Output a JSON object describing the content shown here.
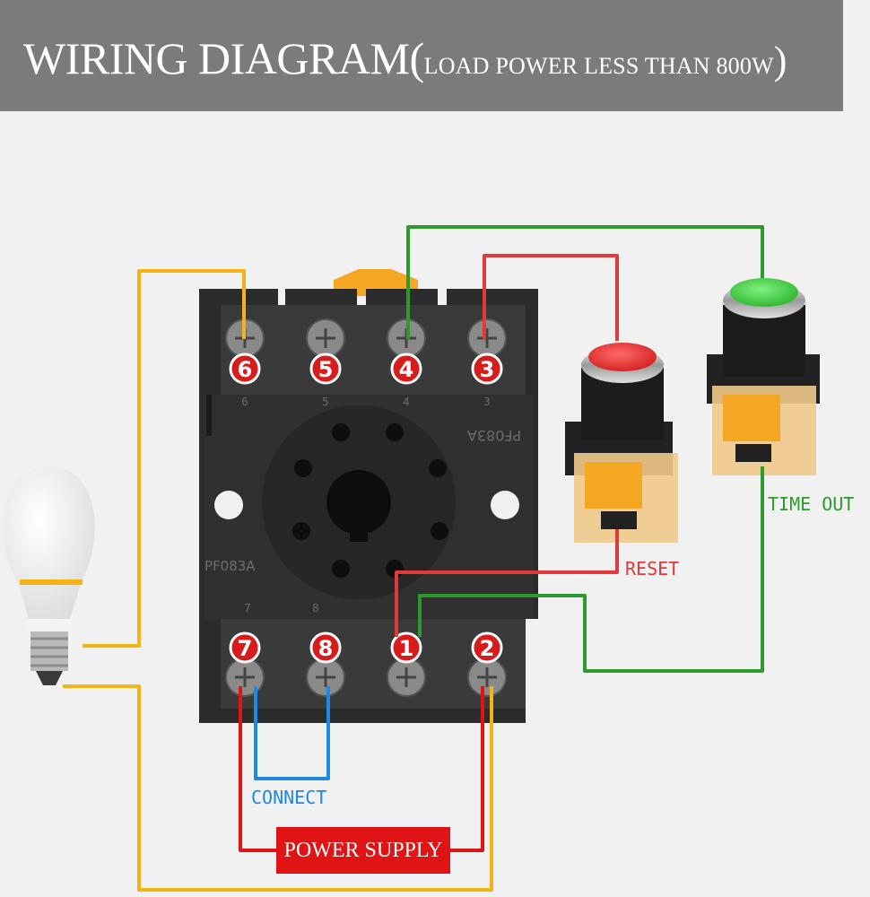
{
  "header": {
    "title_main": "WIRING DIAGRAM(",
    "title_sub": "LOAD POWER LESS THAN 800W",
    "title_close": ")"
  },
  "terminals": {
    "top": [
      "6",
      "5",
      "4",
      "3"
    ],
    "bottom": [
      "7",
      "8",
      "1",
      "2"
    ]
  },
  "base_engraving": {
    "top_small": [
      "6",
      "5",
      "4",
      "3"
    ],
    "model": "PF083A",
    "bottom_small": [
      "7",
      "8"
    ]
  },
  "labels": {
    "connect": "CONNECT",
    "reset": "RESET",
    "time_out": "TIME OUT",
    "power_supply": "POWER SUPPLY"
  },
  "wire_colors": {
    "load": "#f5b416",
    "supply": "#e01414",
    "connect": "#1e88e5",
    "reset": "#e23a3a",
    "time_out": "#2e9a2e"
  },
  "components": {
    "lamp": "light-bulb-icon",
    "reset_button": "red-push-button-icon",
    "timeout_button": "green-push-button-icon",
    "relay_socket": "relay-socket-icon"
  }
}
